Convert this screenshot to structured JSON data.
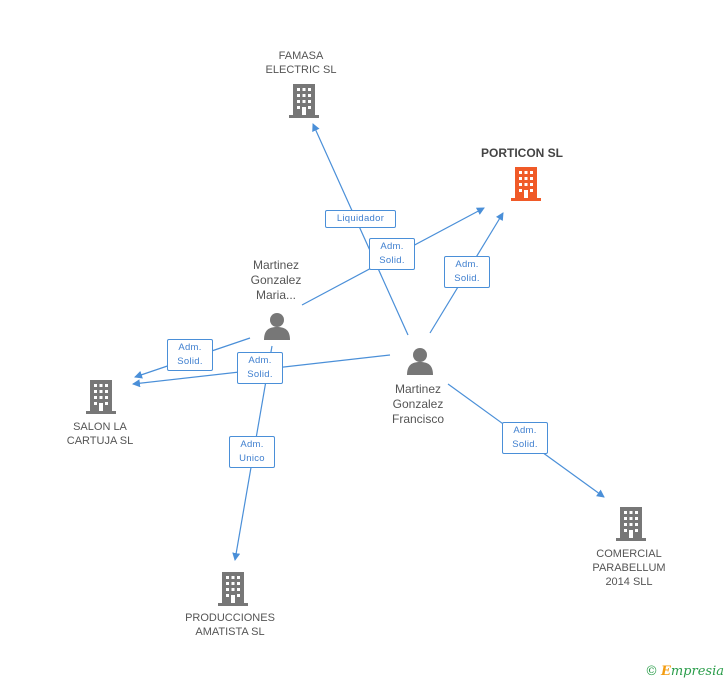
{
  "nodes": {
    "famasa": {
      "label": "FAMASA\nELECTRIC SL",
      "icon": "building-icon",
      "color": "#777777"
    },
    "porticon": {
      "label": "PORTICON SL",
      "icon": "building-icon",
      "color": "#f05a28"
    },
    "salon": {
      "label": "SALON LA\nCARTUJA SL",
      "icon": "building-icon",
      "color": "#777777"
    },
    "producciones": {
      "label": "PRODUCCIONES\nAMATISTA SL",
      "icon": "building-icon",
      "color": "#777777"
    },
    "comercial": {
      "label": "COMERCIAL\nPARABELLUM\n2014  SLL",
      "icon": "building-icon",
      "color": "#777777"
    },
    "maria": {
      "label": "Martinez\nGonzalez\nMaria...",
      "icon": "person-icon",
      "color": "#777777"
    },
    "francisco": {
      "label": "Martinez\nGonzalez\nFrancisco",
      "icon": "person-icon",
      "color": "#777777"
    }
  },
  "edges": {
    "liquidador": "Liquidador",
    "maria_porticon": "Adm.\nSolid.",
    "francisco_porticon": "Adm.\nSolid.",
    "maria_salon": "Adm.\nSolid.",
    "francisco_salon": "Adm.\nSolid.",
    "maria_producciones": "Adm.\nUnico",
    "francisco_comercial": "Adm.\nSolid."
  },
  "colors": {
    "edge": "#4a8fd8",
    "company": "#777777",
    "highlight": "#f05a28"
  },
  "footer": {
    "copyright": "©",
    "brand_initial": "E",
    "brand_rest": "mpresia"
  }
}
